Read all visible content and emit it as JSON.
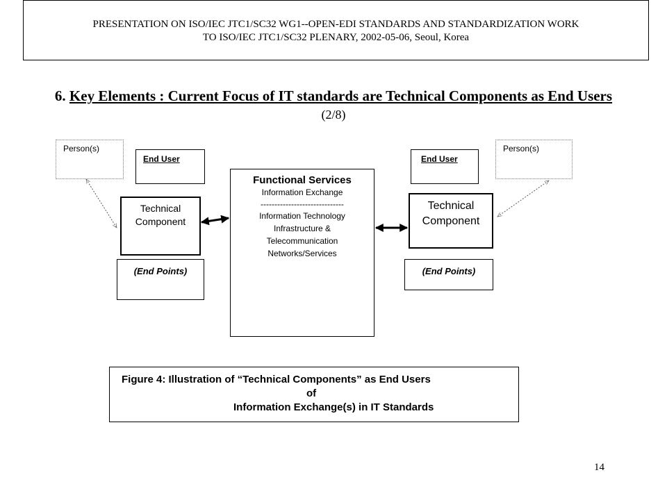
{
  "header": {
    "line1": "PRESENTATION ON ISO/IEC JTC1/SC32 WG1--OPEN-EDI STANDARDS AND STANDARDIZATION WORK",
    "line2": "TO ISO/IEC JTC1/SC32 PLENARY,  2002-05-06, Seoul, Korea"
  },
  "title": {
    "number": "6. ",
    "text": "Key Elements : Current Focus of IT standards are Technical Components as End Users",
    "subtitle": "(2/8)"
  },
  "diagram": {
    "left": {
      "person": "Person(s)",
      "end_user": "End User",
      "technical_component_line1": "Technical",
      "technical_component_line2": "Component",
      "end_points": "(End Points)"
    },
    "right": {
      "person": "Person(s)",
      "end_user": "End User",
      "technical_component_line1": "Technical",
      "technical_component_line2": "Component",
      "end_points": "(End Points)"
    },
    "functional_services": {
      "title": "Functional Services",
      "line1": "Information Exchange",
      "divider": "------------------------------",
      "line2": "Information Technology",
      "line3": "Infrastructure  &",
      "line4": "Telecommunication",
      "line5": "Networks/Services"
    }
  },
  "caption": {
    "line1": "Figure 4: Illustration of “Technical Components” as End Users",
    "line2": "of",
    "line3": "Information Exchange(s) in IT Standards"
  },
  "page_number": "14"
}
